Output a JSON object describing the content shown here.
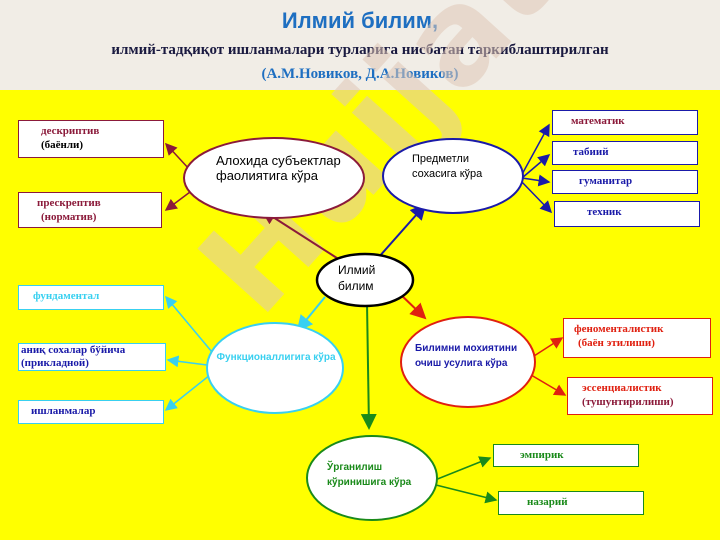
{
  "title": "Илмий билим,",
  "subtitle": "илмий-тадқиқот ишланмалари турларига нисбатан таркиблаштирилган",
  "authors": "(А.М.Новиков, Д.А.Новиков)",
  "center": "Илмий билим",
  "ovals": {
    "subject": "Алохида субъектлар фаолиятига кўра",
    "domain": "Предметли сохасига кўра",
    "function": "Функционаллигига кўра",
    "essence": "Билимни мохиятини очиш усулига кўра",
    "study": "Ўрганилиш кўринишига кўра"
  },
  "boxes": {
    "descriptive": [
      "дескриптив",
      "(баёнли)"
    ],
    "prescriptive": [
      "прескрептив",
      "(норматив)"
    ],
    "math": "математик",
    "natural": "табиий",
    "humanities": "гуманитар",
    "technical": "техник",
    "fundamental": "фундаментал",
    "applied": [
      "аниқ сохалар бўйича",
      "(прикладной)"
    ],
    "developments": "ишланмалар",
    "phenomenal": [
      "феноменталистик",
      "(баён этилиши)"
    ],
    "essential": [
      "эссенциалистик",
      "(тушунтирилиши)"
    ],
    "empirical": "эмпирик",
    "theoretical": "назарий"
  },
  "watermark": "Hujjat.uz",
  "colors": {
    "background": "#ffff00",
    "title": "#1e6fc1",
    "blue": "#1a1aa8",
    "maroon": "#8b1a3a",
    "cyan": "#38d0f0",
    "red": "#e02010",
    "green": "#1a8a1a"
  }
}
